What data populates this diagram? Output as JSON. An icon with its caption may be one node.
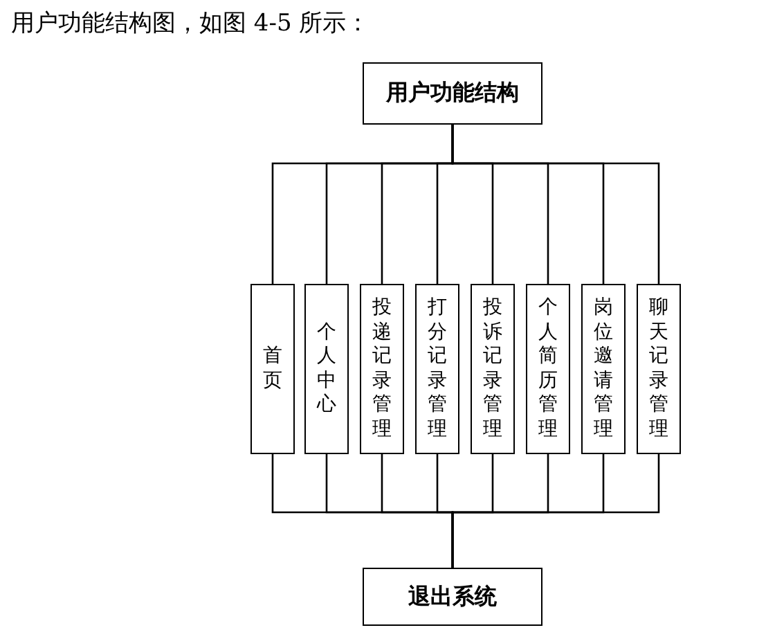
{
  "diagram": {
    "title": "用户功能结构图，如图 4-5 所示：",
    "nodes": [
      {
        "text": [
          "用户功能结构"
        ]
      },
      {
        "text": [
          "首页"
        ]
      },
      {
        "text": [
          "个人中心"
        ]
      },
      {
        "text": [
          "投递记录管理"
        ]
      },
      {
        "text": [
          "打分记录管理"
        ]
      },
      {
        "text": [
          "投诉记录管理"
        ]
      },
      {
        "text": [
          "个人简历管理"
        ]
      },
      {
        "text": [
          "岗位邀请管理"
        ]
      },
      {
        "text": [
          "聊天记录管理"
        ]
      },
      {
        "text": [
          "退出系统"
        ]
      }
    ],
    "edges": [
      {
        "from": 0,
        "to": 1,
        "arrow": "none"
      },
      {
        "from": 0,
        "to": 2,
        "arrow": "none"
      },
      {
        "from": 0,
        "to": 3,
        "arrow": "none"
      },
      {
        "from": 0,
        "to": 4,
        "arrow": "none"
      },
      {
        "from": 0,
        "to": 5,
        "arrow": "none"
      },
      {
        "from": 0,
        "to": 6,
        "arrow": "none"
      },
      {
        "from": 0,
        "to": 7,
        "arrow": "none"
      },
      {
        "from": 0,
        "to": 8,
        "arrow": "none"
      },
      {
        "from": 1,
        "to": 9,
        "arrow": "none"
      },
      {
        "from": 2,
        "to": 9,
        "arrow": "none"
      },
      {
        "from": 3,
        "to": 9,
        "arrow": "none"
      },
      {
        "from": 4,
        "to": 9,
        "arrow": "none"
      },
      {
        "from": 5,
        "to": 9,
        "arrow": "none"
      },
      {
        "from": 6,
        "to": 9,
        "arrow": "none"
      },
      {
        "from": 7,
        "to": 9,
        "arrow": "none"
      },
      {
        "from": 8,
        "to": 9,
        "arrow": "none"
      }
    ]
  }
}
